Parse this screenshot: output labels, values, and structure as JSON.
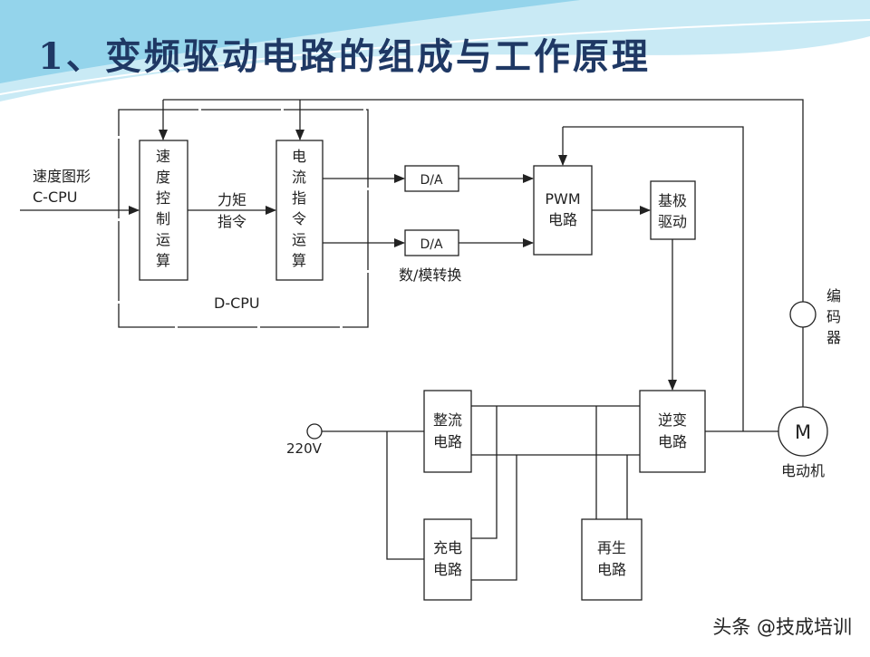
{
  "title": "1、变频驱动电路的组成与工作原理",
  "watermark": "头条 @技成培训",
  "colors": {
    "title": "#1f3864",
    "wave_light": "#bfe6f3",
    "wave_mid": "#8ed2ea",
    "line": "#222222"
  },
  "diagram": {
    "input_label_line1": "速度图形",
    "input_label_line2": "C-CPU",
    "speed_ctrl": [
      "速",
      "度",
      "控",
      "制",
      "运",
      "算"
    ],
    "torque_cmd_line1": "力矩",
    "torque_cmd_line2": "指令",
    "current_cmd": [
      "电",
      "流",
      "指",
      "令",
      "运",
      "算"
    ],
    "dcpu_label": "D-CPU",
    "da_top": "D/A",
    "da_bottom": "D/A",
    "da_caption": "数/模转换",
    "pwm_line1": "PWM",
    "pwm_line2": "电路",
    "base_drive_line1": "基极",
    "base_drive_line2": "驱动",
    "encoder": [
      "编",
      "码",
      "器"
    ],
    "rectifier_line1": "整流",
    "rectifier_line2": "电路",
    "inverter_line1": "逆变",
    "inverter_line2": "电路",
    "motor_symbol": "M",
    "motor_label": "电动机",
    "supply_label": "220V",
    "charge_line1": "充电",
    "charge_line2": "电路",
    "regen_line1": "再生",
    "regen_line2": "电路"
  }
}
